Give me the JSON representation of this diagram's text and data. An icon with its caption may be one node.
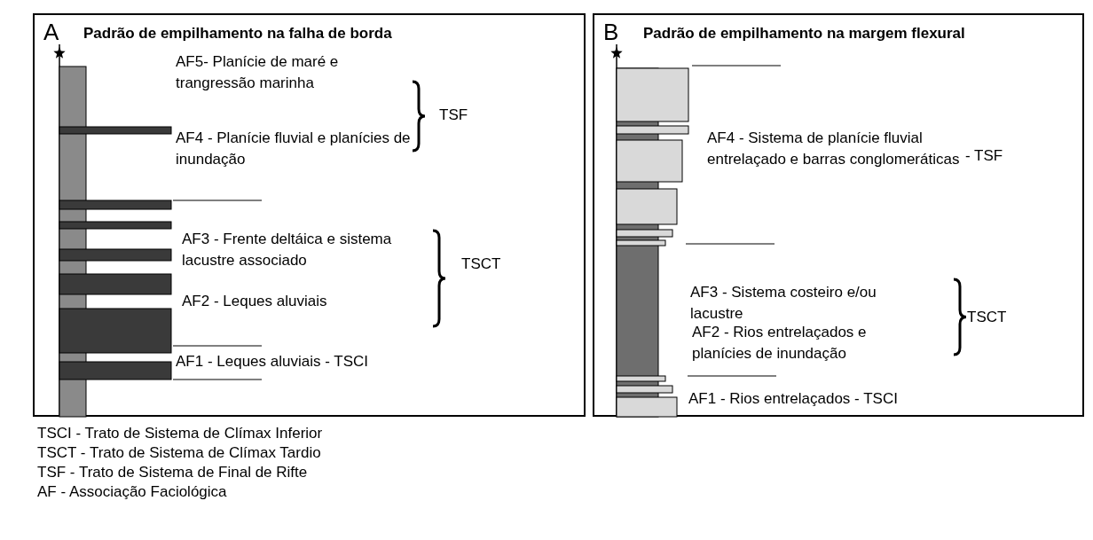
{
  "diagram": {
    "nodes": [
      {
        "text": [
          "A",
          "Padrão de empilhamento na falha de borda"
        ]
      },
      {
        "text": [
          "B",
          "Padrão de empilhamento na margem flexural"
        ]
      }
    ],
    "edges": [],
    "labels": [
      "AF5- Planície de maré e trangressão marinha",
      "TSF",
      "AF4 - Planície fluvial e planícies de inundação",
      "AF3 - Frente deltáica e sistema lacustre associado",
      "TSCT",
      "AF2 - Leques aluviais",
      "AF1 - Leques aluviais  -  TSCI",
      "AF4 - Sistema de planície fluvial entrelaçado e barras conglomeráticas",
      "- TSF",
      "AF3 - Sistema costeiro e/ou lacustre",
      "AF2 - Rios entrelaçados e planícies de inundação",
      "TSCT",
      "AF1 - Rios entrelaçados -  TSCI",
      "TSCI - Trato de Sistema de Clímax Inferior",
      "TSCT - Trato de Sistema de Clímax Tardio",
      "TSF - Trato de Sistema de Final de Rifte",
      "AF - Associação Faciológica"
    ]
  }
}
